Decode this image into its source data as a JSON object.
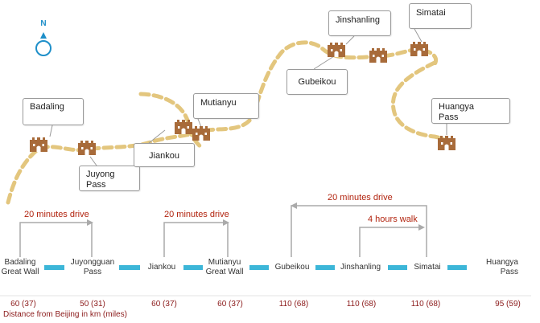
{
  "compass": {
    "label": "N"
  },
  "colors": {
    "wall_path": "#e3c67e",
    "tower": "#a86b3a",
    "link_bar": "#3cb6d8",
    "connector": "#aaaaaa",
    "accent_text": "#b2240f",
    "compass": "#1e8fc9"
  },
  "map_labels": [
    {
      "id": "badaling",
      "text": "Badaling"
    },
    {
      "id": "juyong",
      "text": "Juyong\n    Pass"
    },
    {
      "id": "jiankou",
      "text": "Jiankou"
    },
    {
      "id": "mutianyu",
      "text": "Mutianyu"
    },
    {
      "id": "gubeikou",
      "text": "Gubeikou"
    },
    {
      "id": "jinshanling",
      "text": "Jinshanling"
    },
    {
      "id": "simatai",
      "text": "Simatai"
    },
    {
      "id": "huangya",
      "text": "Huangya\nPass"
    }
  ],
  "route": {
    "stops": [
      {
        "id": "badaling",
        "name": "Badaling\nGreat Wall",
        "distance": "60 (37)"
      },
      {
        "id": "juyongguan",
        "name": "Juyongguan\nPass",
        "distance": "50 (31)"
      },
      {
        "id": "jiankou",
        "name": "Jiankou",
        "distance": "60 (37)"
      },
      {
        "id": "mutianyu",
        "name": "Mutianyu\nGreat Wall",
        "distance": "60 (37)"
      },
      {
        "id": "gubeikou",
        "name": "Gubeikou",
        "distance": "110 (68)"
      },
      {
        "id": "jinshanling",
        "name": "Jinshanling",
        "distance": "110 (68)"
      },
      {
        "id": "simatai",
        "name": "Simatai",
        "distance": "110 (68)"
      },
      {
        "id": "huangya",
        "name": "Huangya\nPass",
        "distance": "95 (59)"
      }
    ],
    "connections": [
      {
        "label": "20 minutes drive"
      },
      {
        "label": "20 minutes drive"
      },
      {
        "label": "20 minutes drive"
      },
      {
        "label": "4 hours walk"
      }
    ],
    "footnote": "Distance from Beijing in km (miles)"
  }
}
